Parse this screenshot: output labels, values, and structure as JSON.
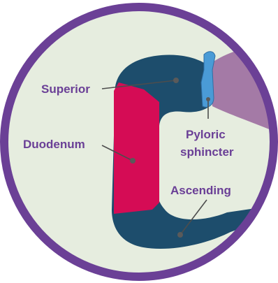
{
  "diagram": {
    "labels": {
      "superior": "Superior",
      "duodenum": "Duodenum",
      "pyloric_line1": "Pyloric",
      "pyloric_line2": "sphincter",
      "ascending": "Ascending"
    },
    "colors": {
      "ring": "#6b4096",
      "background": "#e6eddf",
      "duodenum_tube": "#1d4d6c",
      "descending_segment": "#d50c55",
      "stomach": "#a47aa6",
      "sphincter": "#4a9bd6",
      "label_text": "#6a3f96",
      "leader_line": "#4d4d4d"
    }
  }
}
